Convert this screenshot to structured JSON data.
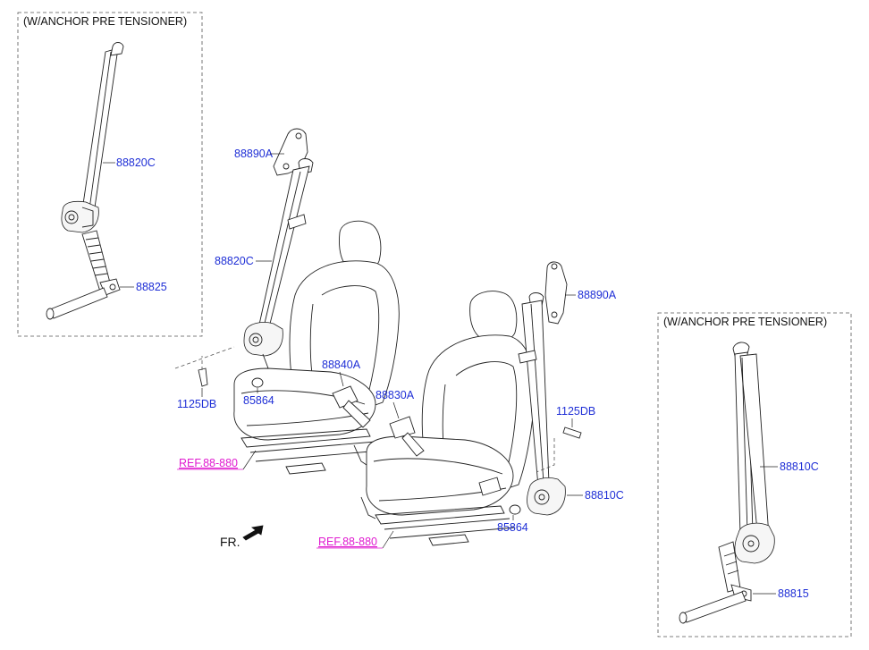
{
  "notes": {
    "left_option": "(W/ANCHOR PRE TENSIONER)",
    "right_option": "(W/ANCHOR PRE TENSIONER)"
  },
  "labels": {
    "p88890A_left": "88890A",
    "p88820C_box": "88820C",
    "p88820C_mid": "88820C",
    "p88825": "88825",
    "p1125DB_left": "1125DB",
    "p85864_left": "85864",
    "p88840A": "88840A",
    "p88830A": "88830A",
    "p88890A_right": "88890A",
    "p1125DB_right": "1125DB",
    "p88810C_mid": "88810C",
    "p85864_right": "85864",
    "p88810C_box": "88810C",
    "p88815": "88815"
  },
  "refs": {
    "ref_left": "REF.88-880",
    "ref_right": "REF.88-880"
  },
  "direction": {
    "label": "FR."
  },
  "colors": {
    "part_number": "#1f2fd6",
    "reference": "#e01bd0",
    "linework": "#222222"
  }
}
